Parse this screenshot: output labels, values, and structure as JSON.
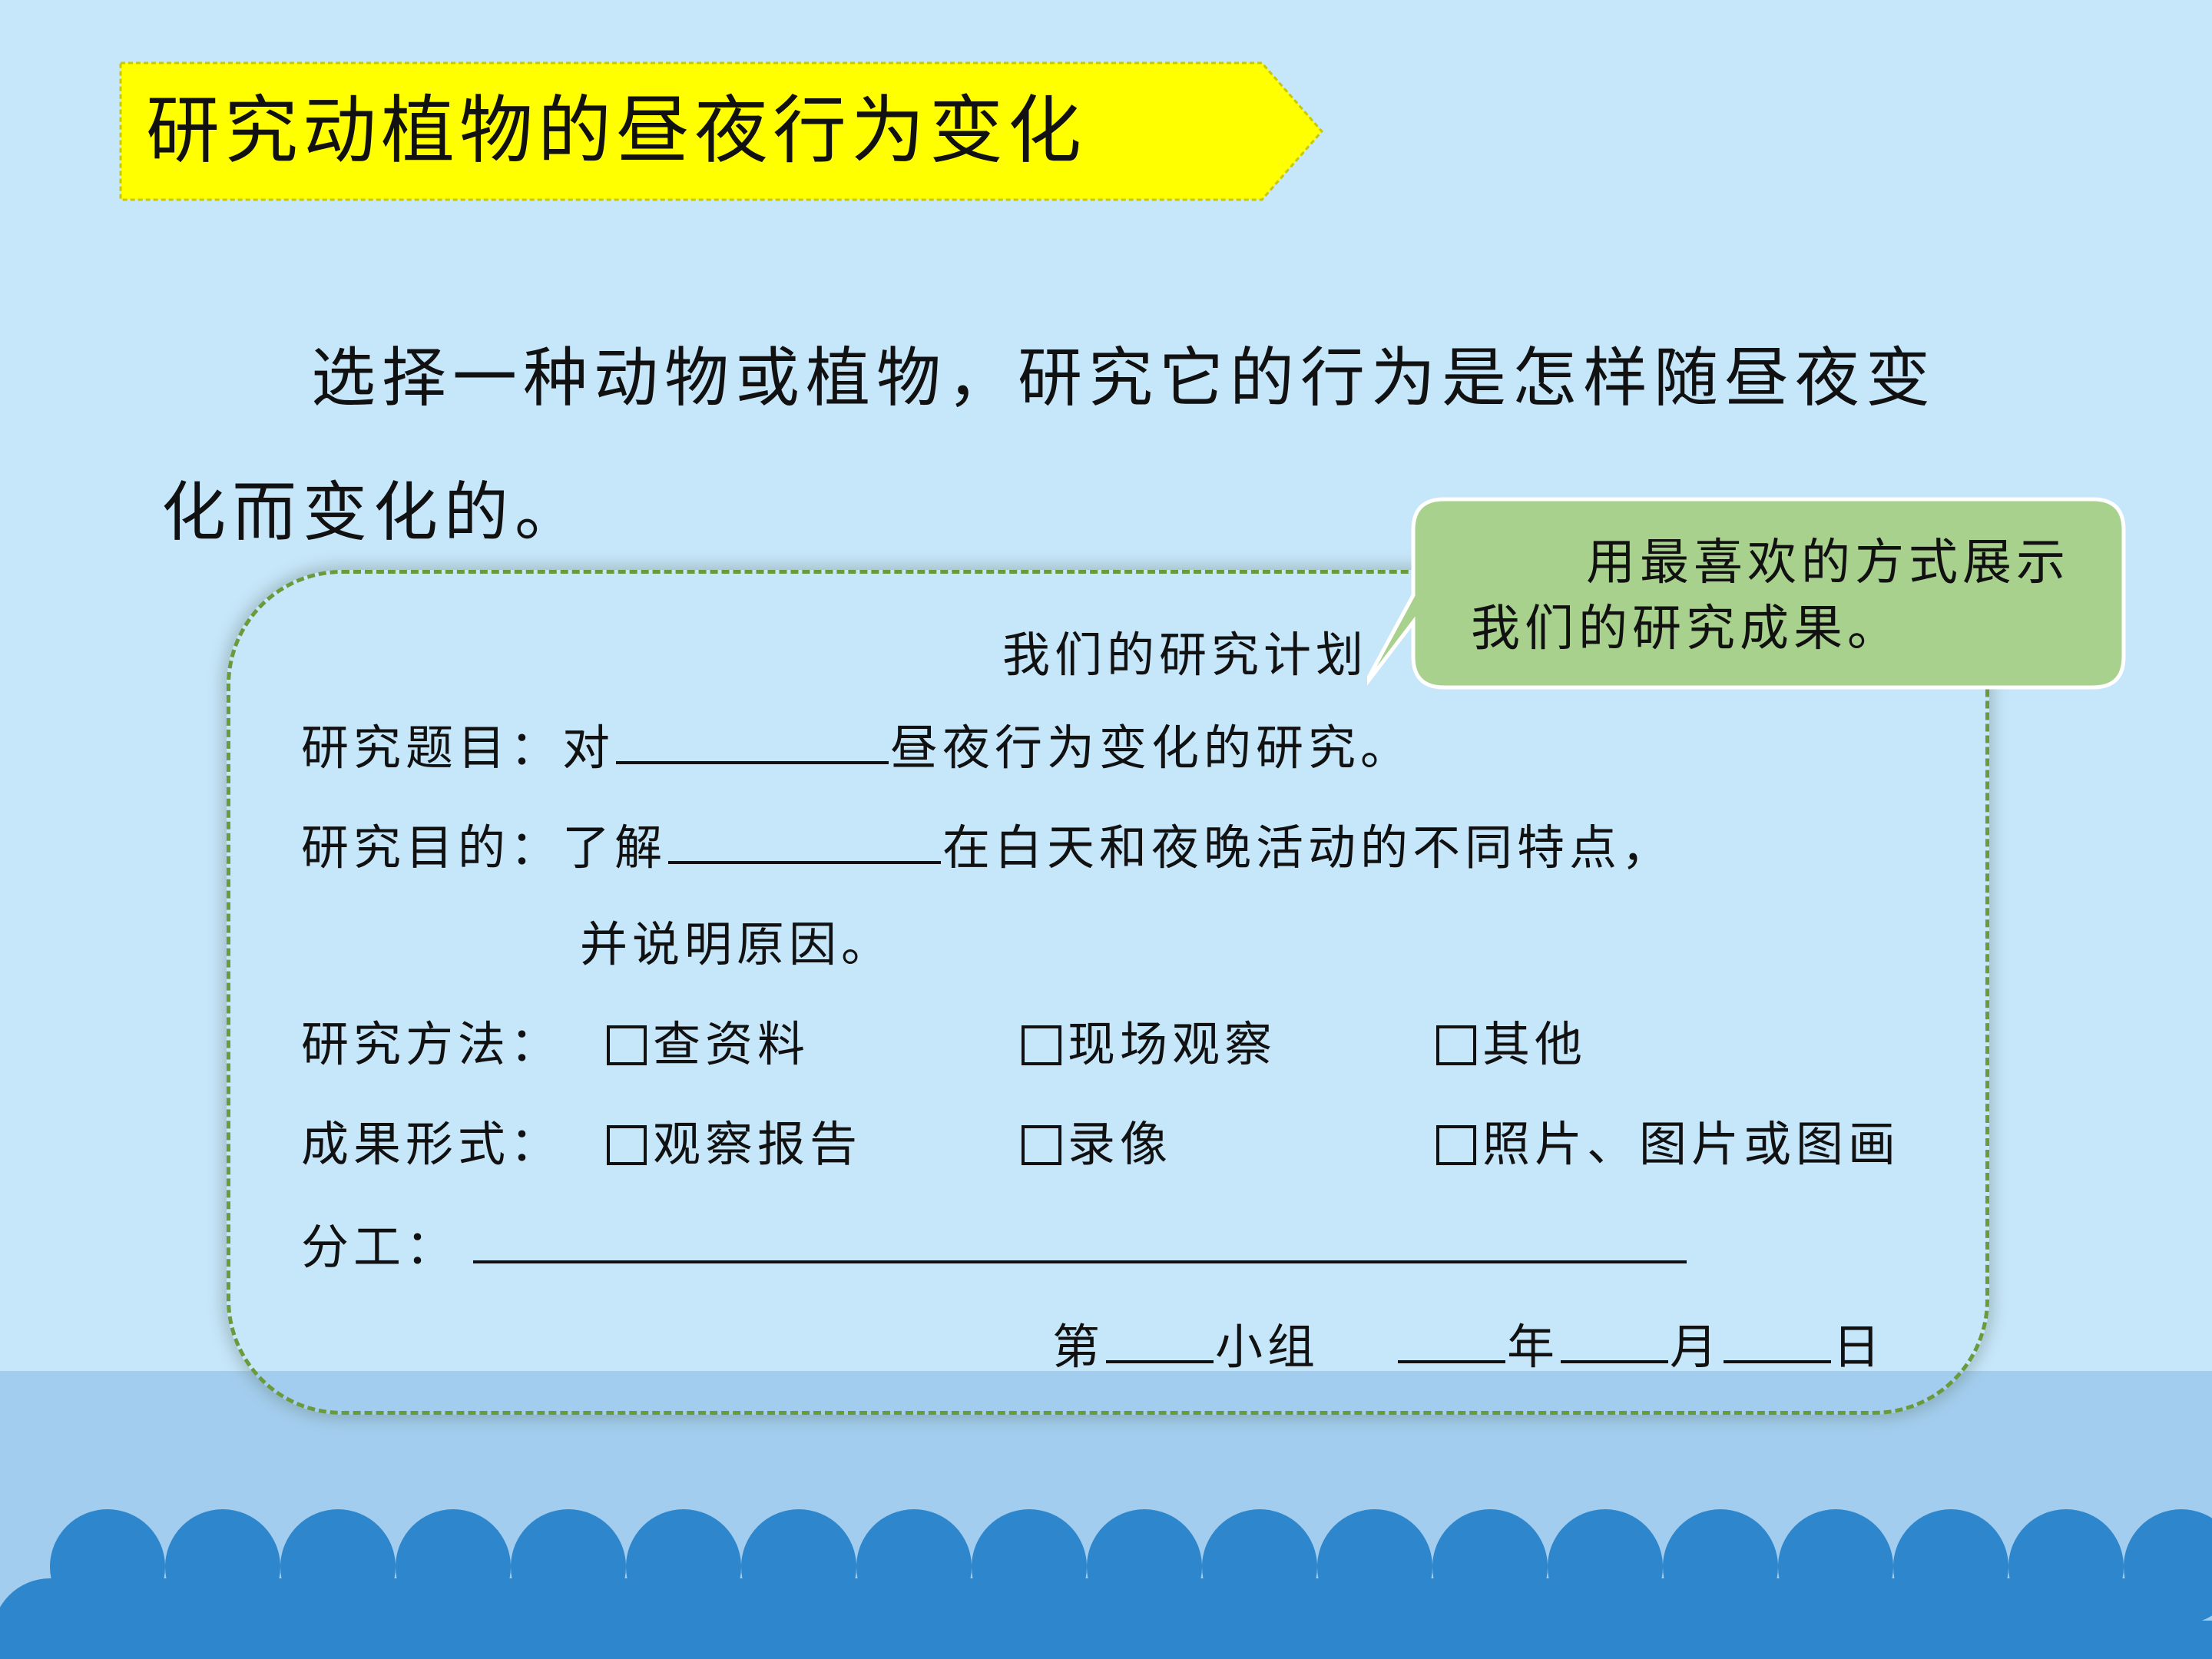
{
  "title": "研究动植物的昼夜行为变化",
  "intro": {
    "line1": "选择一种动物或植物，研究它的行为是怎样随昼夜变",
    "line2": "化而变化的。"
  },
  "callout": {
    "line1": "用最喜欢的方式展示",
    "line2": "我们的研究成果。"
  },
  "plan": {
    "title": "我们的研究计划",
    "topic_label": "研究题目：",
    "topic_prefix": "对",
    "topic_suffix": "昼夜行为变化的研究。",
    "purpose_label": "研究目的：",
    "purpose_prefix": "了解",
    "purpose_suffix": "在白天和夜晚活动的不同特点，",
    "purpose_line2": "并说明原因。",
    "method_label": "研究方法：",
    "methods": [
      "查资料",
      "现场观察",
      "其他"
    ],
    "result_label": "成果形式：",
    "results": [
      "观察报告",
      "录像",
      "照片、图片或图画"
    ],
    "division_label": "分工：",
    "footer": {
      "di": "第",
      "group": "小组",
      "year": "年",
      "month": "月",
      "day": "日"
    }
  },
  "colors": {
    "background": "#c6e6fa",
    "band": "#a3cdee",
    "wave": "#2e86cc",
    "banner": "#ffff00",
    "callout": "#a9d18e",
    "dashed_border": "#6a9a3c"
  }
}
